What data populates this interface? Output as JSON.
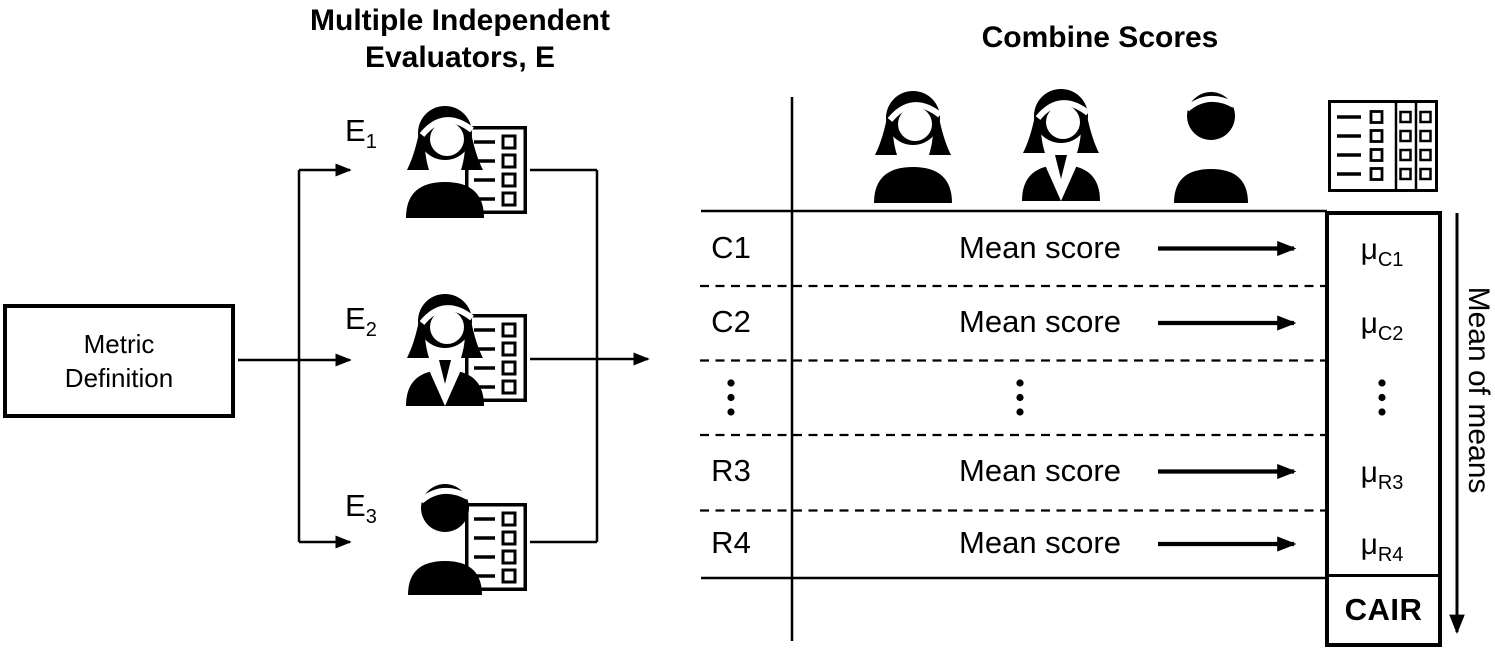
{
  "titles": {
    "evaluators_line1": "Multiple Independent",
    "evaluators_line2": "Evaluators, E",
    "combine": "Combine Scores"
  },
  "metric_box": {
    "line1": "Metric",
    "line2": "Definition"
  },
  "evaluators": [
    {
      "base": "E",
      "sub": "1",
      "icon": "woman-with-checklist-icon"
    },
    {
      "base": "E",
      "sub": "2",
      "icon": "woman-with-checklist-icon"
    },
    {
      "base": "E",
      "sub": "3",
      "icon": "man-with-checklist-icon"
    }
  ],
  "table": {
    "rows": [
      {
        "type": "data",
        "label": "C1",
        "content": "Mean score",
        "mu_base": "μ",
        "mu_sub": "C1"
      },
      {
        "type": "data",
        "label": "C2",
        "content": "Mean score",
        "mu_base": "μ",
        "mu_sub": "C2"
      },
      {
        "type": "ellipsis"
      },
      {
        "type": "data",
        "label": "R3",
        "content": "Mean score",
        "mu_base": "μ",
        "mu_sub": "R3"
      },
      {
        "type": "data",
        "label": "R4",
        "content": "Mean score",
        "mu_base": "μ",
        "mu_sub": "R4"
      }
    ],
    "footer": "CAIR",
    "header_icons": [
      "woman-icon",
      "woman-blazer-icon",
      "man-icon",
      "score-sheets-icon"
    ]
  },
  "side_label": "Mean of means",
  "colors": {
    "ink": "#000000",
    "paper": "#ffffff"
  }
}
